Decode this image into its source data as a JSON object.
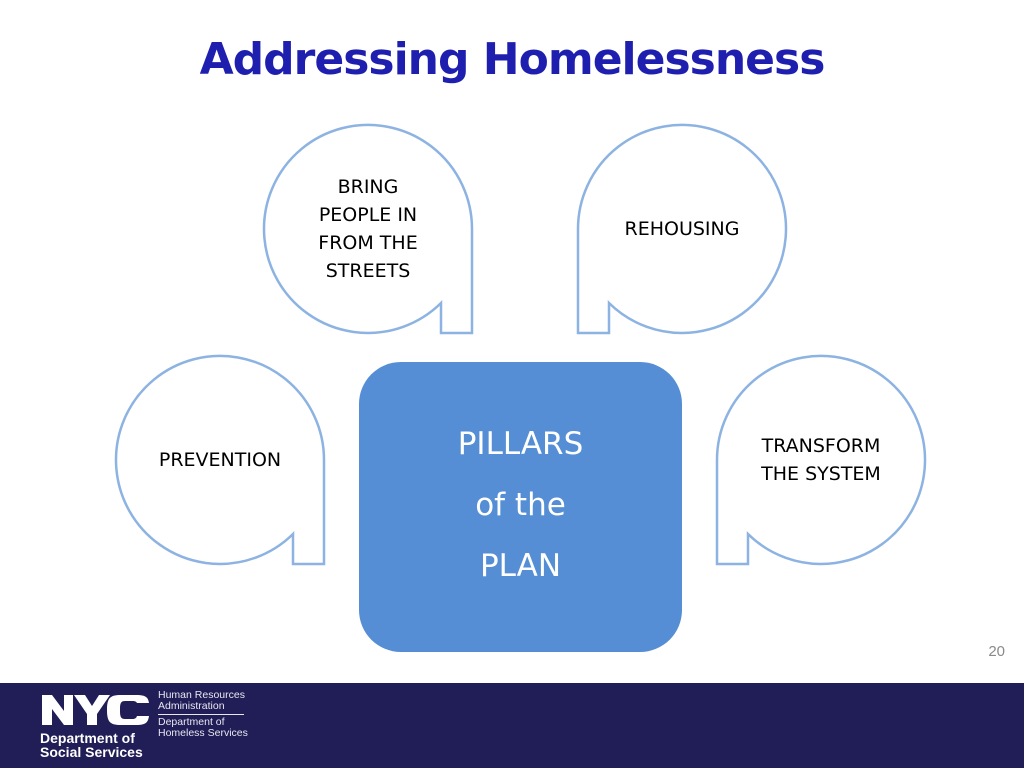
{
  "slide": {
    "title": "Addressing Homelessness",
    "page_number": "20",
    "colors": {
      "title": "#1F1FAF",
      "bubble_stroke": "#8DB3E2",
      "center_fill": "#558ED5",
      "footer_bg": "#201D57"
    }
  },
  "diagram": {
    "center": {
      "lines": [
        "PILLARS",
        "of the",
        "PLAN"
      ]
    },
    "pillars": [
      {
        "lines": [
          "BRING",
          "PEOPLE IN",
          "FROM THE",
          "STREETS"
        ],
        "position": "top-left"
      },
      {
        "lines": [
          "REHOUSING"
        ],
        "position": "top-right"
      },
      {
        "lines": [
          "PREVENTION"
        ],
        "position": "middle-left"
      },
      {
        "lines": [
          "TRANSFORM",
          "THE SYSTEM"
        ],
        "position": "middle-right"
      }
    ]
  },
  "footer": {
    "logo_text": "NYC",
    "department_line1": "Department of",
    "department_line2": "Social Services",
    "agency1_line1": "Human Resources",
    "agency1_line2": "Administration",
    "agency2_line1": "Department of",
    "agency2_line2": "Homeless Services"
  }
}
